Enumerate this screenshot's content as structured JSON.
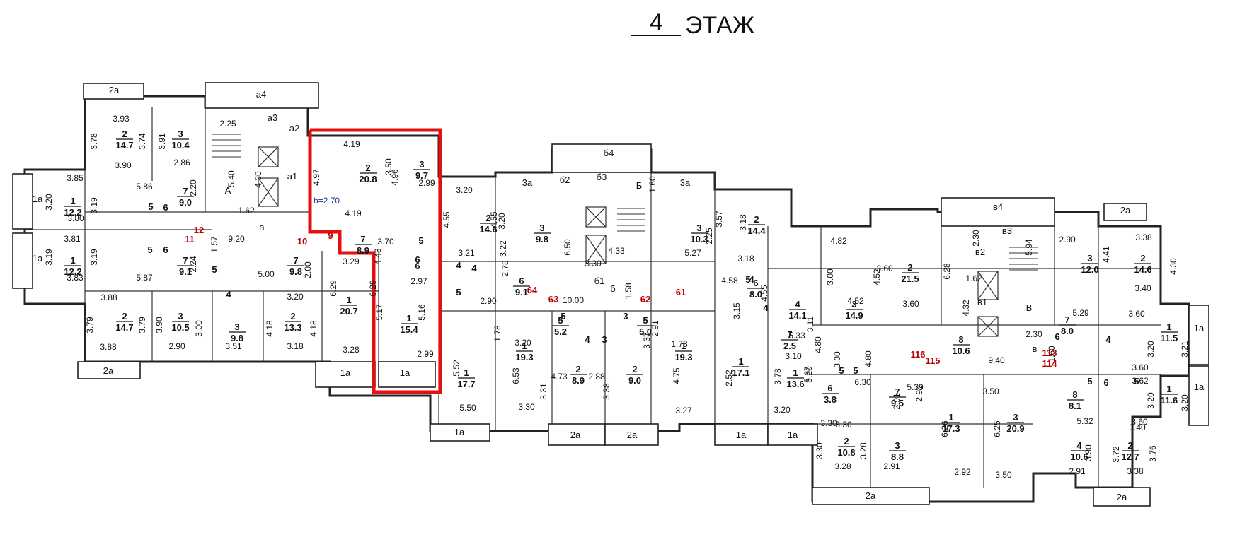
{
  "title": {
    "floor_number": "4",
    "floor_label": "ЭТАЖ"
  },
  "height_note": "h=2.70",
  "red_labels": [
    "12",
    "11",
    "10",
    "9",
    "64",
    "63",
    "62",
    "61",
    "116",
    "115",
    "113",
    "114"
  ],
  "rooms": [
    {
      "id": "r1",
      "num": "2",
      "area": "14.7"
    },
    {
      "id": "r2",
      "num": "3",
      "area": "10.4"
    },
    {
      "id": "r3",
      "num": "1",
      "area": "12.2"
    },
    {
      "id": "r4",
      "num": "7",
      "area": "9.0"
    },
    {
      "id": "r5",
      "num": "1",
      "area": "12.2"
    },
    {
      "id": "r6",
      "num": "7",
      "area": "9.1"
    },
    {
      "id": "r7",
      "num": "2",
      "area": "14.7"
    },
    {
      "id": "r8",
      "num": "3",
      "area": "10.5"
    },
    {
      "id": "r9",
      "num": "3",
      "area": "9.8"
    },
    {
      "id": "r10",
      "num": "2",
      "area": "13.3"
    },
    {
      "id": "r11",
      "num": "7",
      "area": "9.8"
    },
    {
      "id": "r12",
      "num": "1",
      "area": "20.7"
    },
    {
      "id": "r13",
      "num": "2",
      "area": "20.8"
    },
    {
      "id": "r14",
      "num": "3",
      "area": "9.7"
    },
    {
      "id": "r15",
      "num": "7",
      "area": "8.9"
    },
    {
      "id": "r16",
      "num": "1",
      "area": "15.4"
    },
    {
      "id": "r17",
      "num": "2",
      "area": "14.6"
    },
    {
      "id": "r18",
      "num": "3",
      "area": "9.8"
    },
    {
      "id": "r19",
      "num": "6",
      "area": "9.1"
    },
    {
      "id": "r20",
      "num": "1",
      "area": "17.7"
    },
    {
      "id": "r21",
      "num": "1",
      "area": "19.3"
    },
    {
      "id": "r22",
      "num": "5",
      "area": "5.2"
    },
    {
      "id": "r23",
      "num": "2",
      "area": "8.9"
    },
    {
      "id": "r24",
      "num": "2",
      "area": "9.0"
    },
    {
      "id": "r25",
      "num": "5",
      "area": "5.0"
    },
    {
      "id": "r26",
      "num": "1",
      "area": "19.3"
    },
    {
      "id": "r27",
      "num": "3",
      "area": "10.3"
    },
    {
      "id": "r28",
      "num": "2",
      "area": "14.4"
    },
    {
      "id": "r29",
      "num": "6",
      "area": "8.0"
    },
    {
      "id": "r30",
      "num": "1",
      "area": "17.1"
    },
    {
      "id": "r31",
      "num": "4",
      "area": "14.1"
    },
    {
      "id": "r32",
      "num": "3",
      "area": "14.9"
    },
    {
      "id": "r33",
      "num": "7",
      "area": "2.5"
    },
    {
      "id": "r34",
      "num": "1",
      "area": "13.6"
    },
    {
      "id": "r35",
      "num": "2",
      "area": "21.5"
    },
    {
      "id": "r36",
      "num": "8",
      "area": "10.6"
    },
    {
      "id": "r37",
      "num": "6",
      "area": "3.8"
    },
    {
      "id": "r38",
      "num": "7",
      "area": "9.5"
    },
    {
      "id": "r39",
      "num": "2",
      "area": "10.8"
    },
    {
      "id": "r40",
      "num": "3",
      "area": "8.8"
    },
    {
      "id": "r41",
      "num": "1",
      "area": "17.3"
    },
    {
      "id": "r42",
      "num": "3",
      "area": "20.9"
    },
    {
      "id": "r43",
      "num": "3",
      "area": "12.0"
    },
    {
      "id": "r44",
      "num": "2",
      "area": "14.6"
    },
    {
      "id": "r45",
      "num": "7",
      "area": "8.0"
    },
    {
      "id": "r46",
      "num": "1",
      "area": "11.5"
    },
    {
      "id": "r47",
      "num": "8",
      "area": "8.1"
    },
    {
      "id": "r48",
      "num": "1",
      "area": "11.6"
    },
    {
      "id": "r49",
      "num": "4",
      "area": "10.6"
    },
    {
      "id": "r50",
      "num": "2",
      "area": "12.7"
    }
  ],
  "corridors": [
    {
      "id": "c1",
      "tag": "а",
      "len": "9.20",
      "wid": "1.57"
    },
    {
      "id": "c2",
      "tag": "б",
      "len": "10.00",
      "wid": "1.58"
    },
    {
      "id": "c3",
      "tag": "в",
      "len": "9.40",
      "wid": "1.60"
    }
  ],
  "tags": [
    "2а",
    "а4",
    "а3",
    "а2",
    "а1",
    "А",
    "1а",
    "1а",
    "2а",
    "1а",
    "1а",
    "б4",
    "3а",
    "б2",
    "б3",
    "Б",
    "3а",
    "б1",
    "1а",
    "2а",
    "2а",
    "1а",
    "1а",
    "в4",
    "2а",
    "в3",
    "в2",
    "в1",
    "В",
    "1а",
    "1а",
    "2а",
    "2а"
  ],
  "small_nums": [
    "5",
    "6",
    "5",
    "6",
    "5",
    "4",
    "6",
    "5",
    "4",
    "5",
    "6",
    "4",
    "5",
    "4",
    "3",
    "3",
    "4",
    "5",
    "4",
    "5",
    "5",
    "6",
    "4",
    "6",
    "5",
    "5"
  ],
  "dims": [
    "3.93",
    "3.78",
    "3.74",
    "3.90",
    "2.25",
    "3.91",
    "2.86",
    "5.40",
    "4.30",
    "1.62",
    "3.85",
    "3.20",
    "3.19",
    "3.80",
    "5.86",
    "2.20",
    "3.81",
    "3.19",
    "3.19",
    "3.83",
    "5.87",
    "2.24",
    "3.88",
    "3.79",
    "3.79",
    "3.88",
    "3.90",
    "2.90",
    "3.00",
    "3.51",
    "4.18",
    "4.18",
    "3.18",
    "3.20",
    "5.00",
    "2.00",
    "6.29",
    "6.29",
    "3.28",
    "3.29",
    "4.19",
    "4.97",
    "4.96",
    "4.19",
    "3.50",
    "2.99",
    "3.70",
    "4.43",
    "2.97",
    "5.17",
    "5.16",
    "2.99",
    "3.20",
    "4.55",
    "4.55",
    "3.21",
    "3.20",
    "3.22",
    "2.78",
    "2.90",
    "5.52",
    "5.50",
    "3.20",
    "1.78",
    "6.53",
    "3.30",
    "4.73",
    "3.31",
    "2.88",
    "3.38",
    "2.91",
    "3.37",
    "1.78",
    "4.75",
    "3.27",
    "6.50",
    "3.30",
    "4.33",
    "1.60",
    "2.25",
    "5.27",
    "3.57",
    "3.18",
    "3.18",
    "4.58",
    "4.55",
    "3.15",
    "2.52",
    "3.78",
    "3.20",
    "5.37",
    "5.33",
    "3.20",
    "3.00",
    "4.82",
    "3.00",
    "4.52",
    "4.52",
    "3.10",
    "4.80",
    "4.80",
    "3.11",
    "6.30",
    "3.60",
    "6.28",
    "3.60",
    "2.30",
    "5.94",
    "1.62",
    "4.32",
    "2.30",
    "2.90",
    "4.41",
    "3.38",
    "4.30",
    "3.40",
    "5.29",
    "3.60",
    "3.20",
    "3.21",
    "3.60",
    "3.62",
    "3.20",
    "3.20",
    "3.60",
    "5.32",
    "5.39",
    "2.91",
    "2.98",
    "6.26",
    "6.25",
    "3.50",
    "3.50",
    "2.92",
    "3.30",
    "3.30",
    "3.28",
    "3.28",
    "3.30",
    "2.91",
    "3.40",
    "3.72",
    "3.76",
    "3.90",
    "2.91",
    "3.38"
  ],
  "colors": {
    "highlight": "#e41010",
    "wall": "#222222",
    "red_text": "#c00000",
    "note_text": "#1b3a8a"
  }
}
